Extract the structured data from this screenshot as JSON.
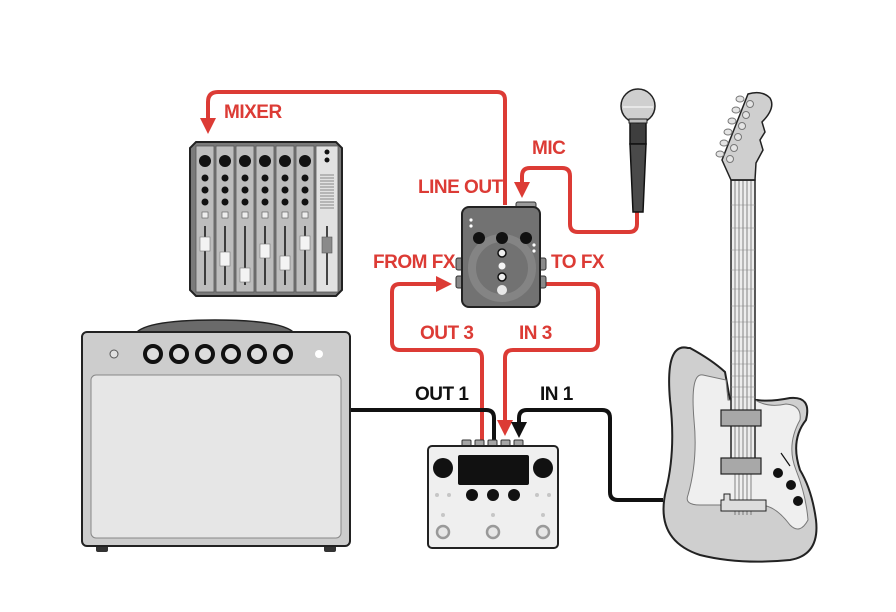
{
  "diagram": {
    "type": "signal-routing",
    "title": "",
    "devices": [
      {
        "id": "mixer",
        "name": "Mixer",
        "channels": 6
      },
      {
        "id": "mic_preamp",
        "name": "Mic preamp / DI pedal",
        "knobs": 3
      },
      {
        "id": "microphone",
        "name": "Microphone"
      },
      {
        "id": "guitar",
        "name": "Electric guitar",
        "strings": 6,
        "pickups": 2,
        "knobs": 3
      },
      {
        "id": "amp",
        "name": "Guitar amplifier",
        "knobs": 6
      },
      {
        "id": "multi_fx",
        "name": "Multi-effects floor unit",
        "footswitches": 3
      }
    ],
    "labels": {
      "mixer": "MIXER",
      "line_out": "LINE OUT",
      "mic": "MIC",
      "from_fx": "FROM FX",
      "to_fx": "TO FX",
      "out3": "OUT 3",
      "in3": "IN 3",
      "out1": "OUT 1",
      "in1": "IN 1"
    },
    "connections": [
      {
        "from": "mic_preamp",
        "from_port": "LINE OUT",
        "to": "mixer",
        "color": "red"
      },
      {
        "from": "microphone",
        "to": "mic_preamp",
        "to_port": "MIC",
        "color": "red"
      },
      {
        "from": "multi_fx",
        "from_port": "OUT 3",
        "to": "mic_preamp",
        "to_port": "FROM FX",
        "color": "red"
      },
      {
        "from": "mic_preamp",
        "from_port": "TO FX",
        "to": "multi_fx",
        "to_port": "IN 3",
        "color": "red"
      },
      {
        "from": "multi_fx",
        "from_port": "OUT 1",
        "to": "amp",
        "color": "black"
      },
      {
        "from": "guitar",
        "to": "multi_fx",
        "to_port": "IN 1",
        "color": "black"
      }
    ],
    "colors": {
      "red_cable": "#dc3b35",
      "black_cable": "#111111",
      "device_gray": "#cfcfcf",
      "panel_light": "#e6e6e6",
      "pedal_dark": "#6d6d6d"
    }
  }
}
